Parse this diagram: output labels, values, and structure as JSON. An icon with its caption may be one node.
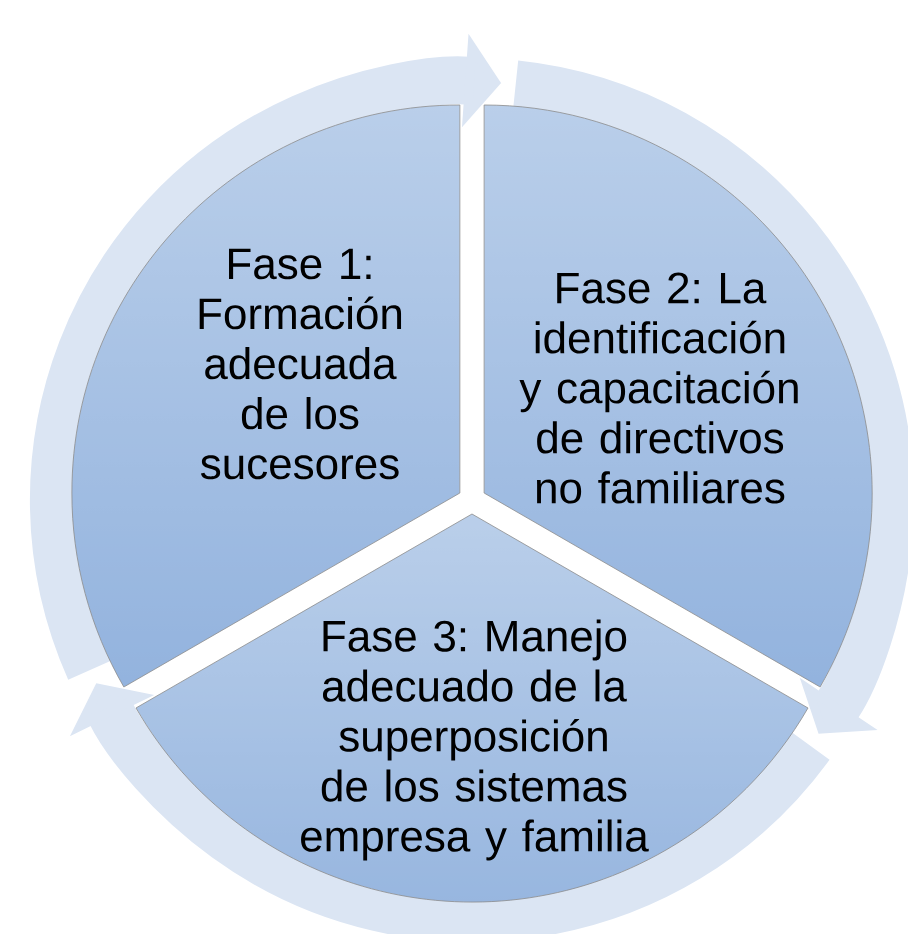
{
  "diagram": {
    "nodes": [
      {
        "text": [
          "Fase 1: Formación adecuada de los sucesores"
        ]
      },
      {
        "text": [
          "Fase 2: La identificación y capacitación de directivos no familiares"
        ]
      },
      {
        "text": [
          "Fase 3: Manejo adecuado de la superposición de los sistemas empresa y familia"
        ]
      }
    ],
    "edges": [
      {
        "from": 0,
        "to": 1,
        "arrow": "to"
      },
      {
        "from": 1,
        "to": 2,
        "arrow": "to"
      },
      {
        "from": 2,
        "to": 0,
        "arrow": "to"
      }
    ]
  }
}
